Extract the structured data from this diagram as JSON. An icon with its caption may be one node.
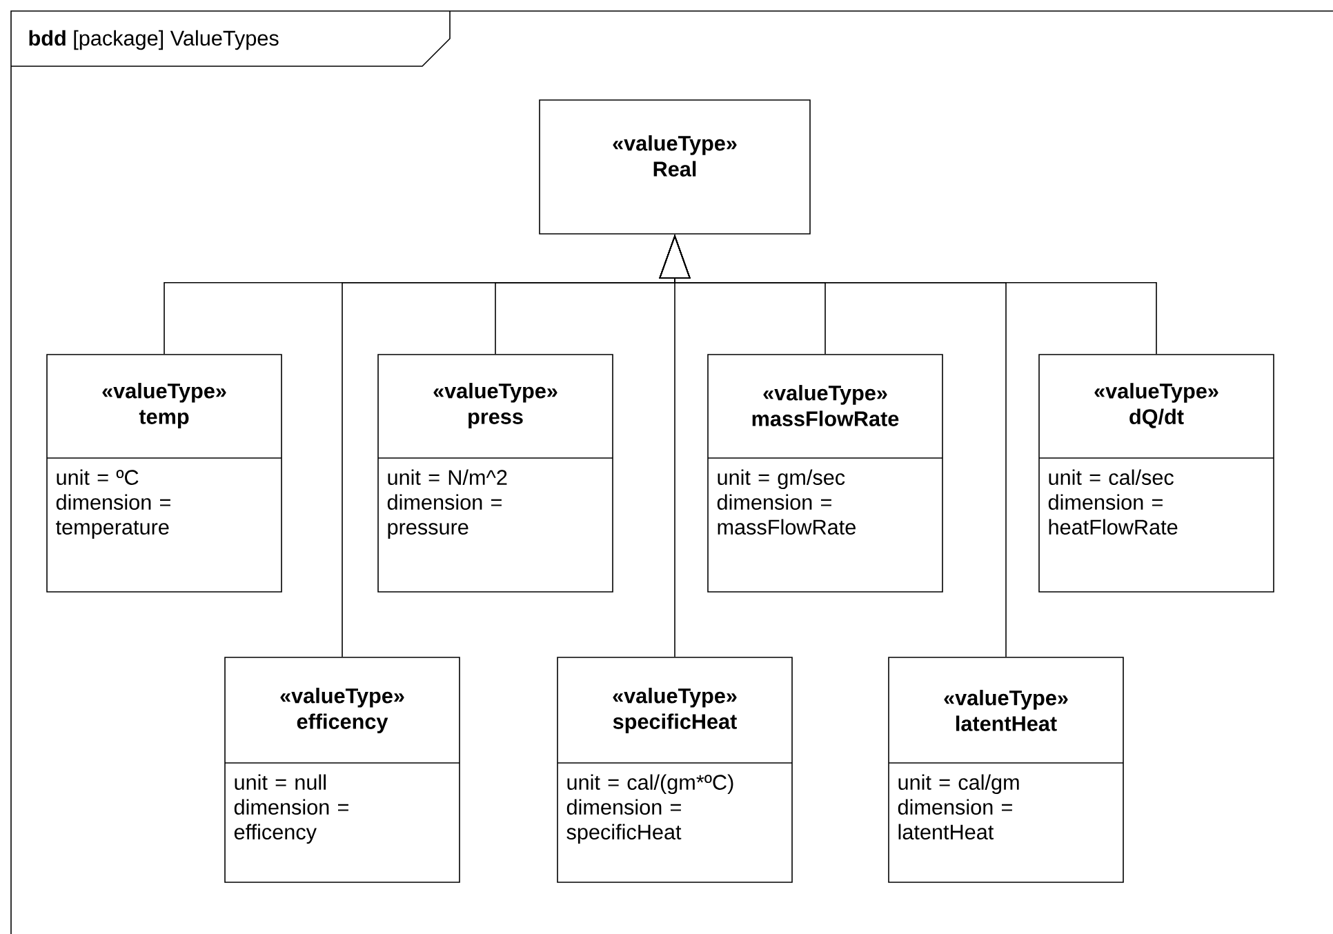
{
  "diagram": {
    "nodes": [
      {
        "text": [
          "**bdd** [package] ValueTypes"
        ]
      },
      {
        "text": [
          "«valueType» Real"
        ],
        "in": 0
      },
      {
        "text": [
          "«valueType» temp",
          "unit = ºC",
          "dimension = temperature"
        ],
        "in": 0
      },
      {
        "text": [
          "«valueType» press",
          "unit = N/m^2",
          "dimension = pressure"
        ],
        "in": 0
      },
      {
        "text": [
          "«valueType» massFlowRate",
          "unit = gm/sec",
          "dimension = massFlowRate"
        ],
        "in": 0
      },
      {
        "text": [
          "«valueType» dQ/dt",
          "unit = cal/sec",
          "dimension = heatFlowRate"
        ],
        "in": 0
      },
      {
        "text": [
          "«valueType» efficency",
          "unit = null",
          "dimension = efficency"
        ],
        "in": 0
      },
      {
        "text": [
          "«valueType» specificHeat",
          "unit = cal/(gm*ºC)",
          "dimension = specificHeat"
        ],
        "in": 0
      },
      {
        "text": [
          "«valueType» latentHeat",
          "unit = cal/gm",
          "dimension = latentHeat"
        ],
        "in": 0
      }
    ],
    "edges": [
      {
        "from": 2,
        "to": 1,
        "arrow": "to"
      },
      {
        "from": 6,
        "to": 1,
        "arrow": "to"
      },
      {
        "from": 3,
        "to": 1,
        "arrow": "to"
      },
      {
        "from": 7,
        "to": 1,
        "arrow": "to"
      },
      {
        "from": 4,
        "to": 1,
        "arrow": "to"
      },
      {
        "from": 8,
        "to": 1,
        "arrow": "to"
      },
      {
        "from": 5,
        "to": 1,
        "arrow": "to"
      }
    ]
  }
}
